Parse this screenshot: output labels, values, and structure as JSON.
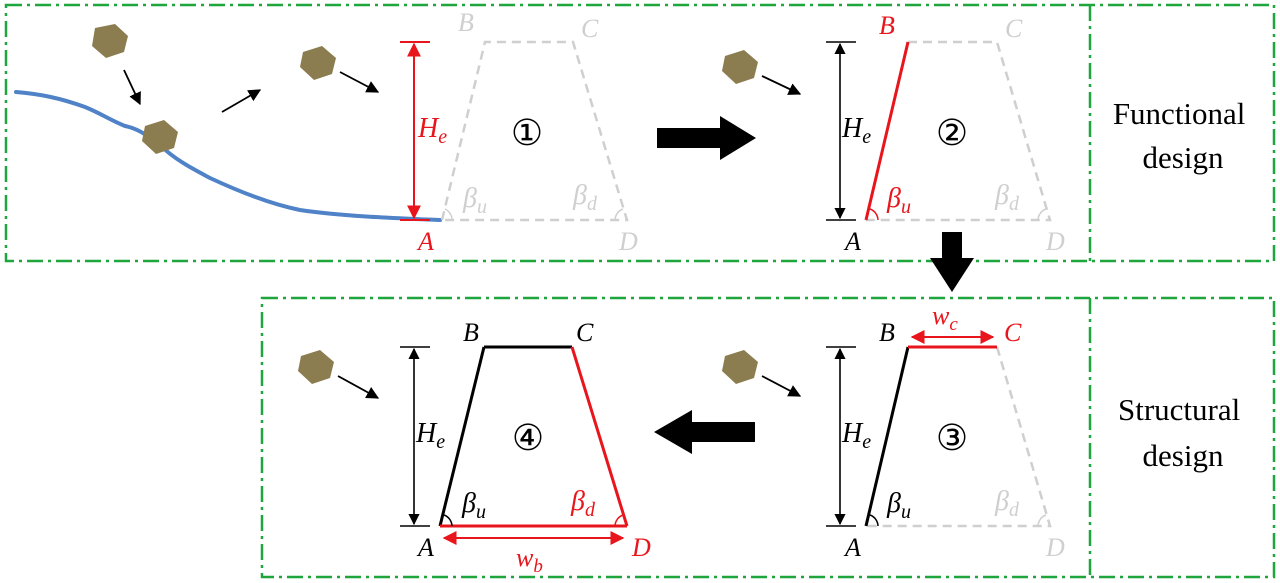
{
  "sections": {
    "functional": [
      "Functional",
      "design"
    ],
    "structural": [
      "Structural",
      "design"
    ]
  },
  "steps": [
    "①",
    "②",
    "③",
    "④"
  ],
  "points": {
    "A": "A",
    "B": "B",
    "C": "C",
    "D": "D"
  },
  "symbols": {
    "height": {
      "base": "H",
      "sub": "e"
    },
    "beta_u": {
      "base": "β",
      "sub": "u"
    },
    "beta_d": {
      "base": "β",
      "sub": "d"
    },
    "crest_width": {
      "base": "w",
      "sub": "c"
    },
    "base_width": {
      "base": "w",
      "sub": "b"
    }
  },
  "colors": {
    "active": "#e8161c",
    "ghost": "#cfcfcf",
    "done": "#000000",
    "frame": "#1ea53c",
    "flow": "#4f82c6",
    "rock": "#8b7d4f"
  }
}
